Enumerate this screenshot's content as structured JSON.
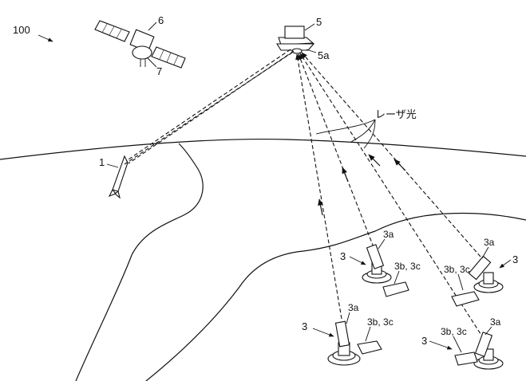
{
  "figure_label": "100",
  "labels": {
    "rocket": "1",
    "aircraft": "5",
    "aircraft_optics": "5a",
    "satellite": "6",
    "satellite_antenna": "7",
    "laser_light": "レーザ光"
  },
  "stations": [
    {
      "station": "3",
      "emitter": "3a",
      "equipment": "3b, 3c"
    },
    {
      "station": "3",
      "emitter": "3a",
      "equipment": "3b, 3c"
    },
    {
      "station": "3",
      "emitter": "3a",
      "equipment": "3b, 3c"
    },
    {
      "station": "3",
      "emitter": "3a",
      "equipment": "3b, 3c"
    }
  ]
}
